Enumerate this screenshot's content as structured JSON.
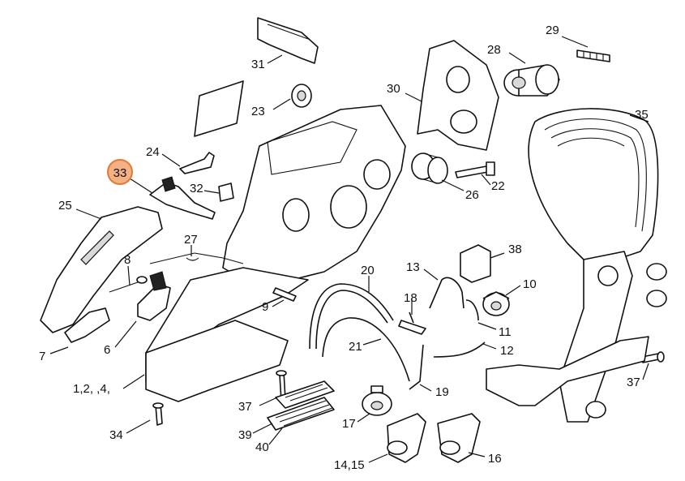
{
  "highlight": {
    "label": "33",
    "fill": "#f4b184",
    "stroke": "#e07a3a"
  },
  "labels": {
    "p1_4": "1,2, ,4,",
    "p6": "6",
    "p7": "7",
    "p8": "8",
    "p9": "9",
    "p10": "10",
    "p11": "11",
    "p12": "12",
    "p13": "13",
    "p14_15": "14,15",
    "p16": "16",
    "p17": "17",
    "p18": "18",
    "p19": "19",
    "p20": "20",
    "p21": "21",
    "p22": "22",
    "p23": "23",
    "p24": "24",
    "p25": "25",
    "p26": "26",
    "p27": "27",
    "p28": "28",
    "p29": "29",
    "p30": "30",
    "p31": "31",
    "p32": "32",
    "p34": "34",
    "p35": "35",
    "p37a": "37",
    "p37b": "37",
    "p38": "38",
    "p39": "39",
    "p40": "40"
  }
}
